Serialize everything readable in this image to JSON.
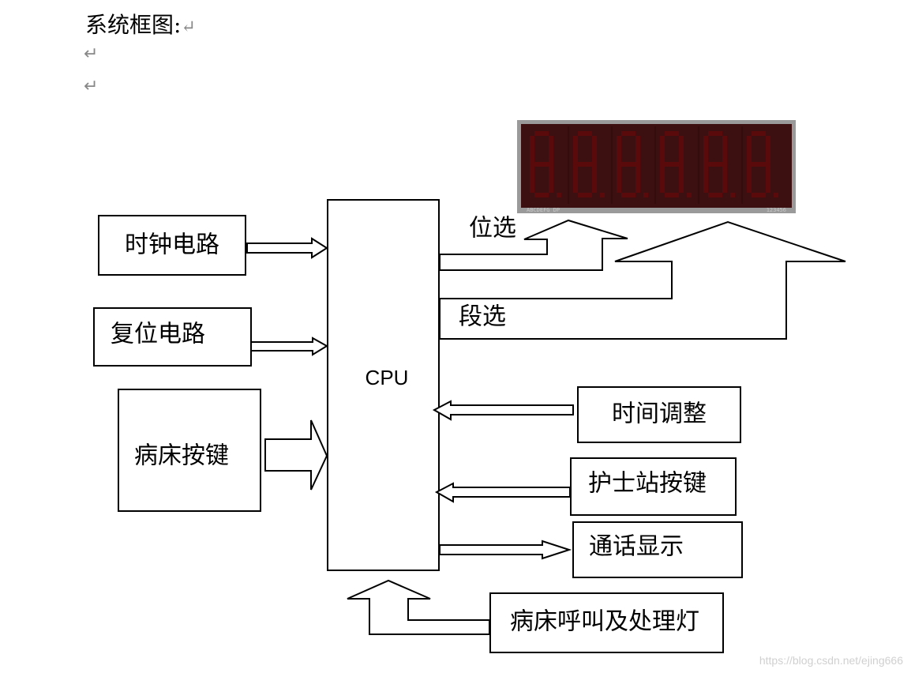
{
  "document": {
    "heading": "系统框图:",
    "return_mark": "↵"
  },
  "diagram": {
    "cpu_label": "CPU",
    "blocks": {
      "clock": "时钟电路",
      "reset": "复位电路",
      "bed_key": "病床按键",
      "time_adjust": "时间调整",
      "nurse_key": "护士站按键",
      "call_display": "通话显示",
      "bed_call_light": "病床呼叫及处理灯"
    },
    "labels": {
      "bit_select": "位选",
      "seg_select": "段选"
    },
    "display": {
      "digits": [
        "8",
        "8",
        "8",
        "8",
        "8",
        "8"
      ],
      "sub_left": "ABCDEFG DP",
      "sub_right": "123456",
      "segment_color": "#5a0a0a",
      "bezel_color": "#3c1010",
      "frame_color": "#9a9a9a"
    }
  },
  "watermark": "https://blog.csdn.net/ejing666"
}
